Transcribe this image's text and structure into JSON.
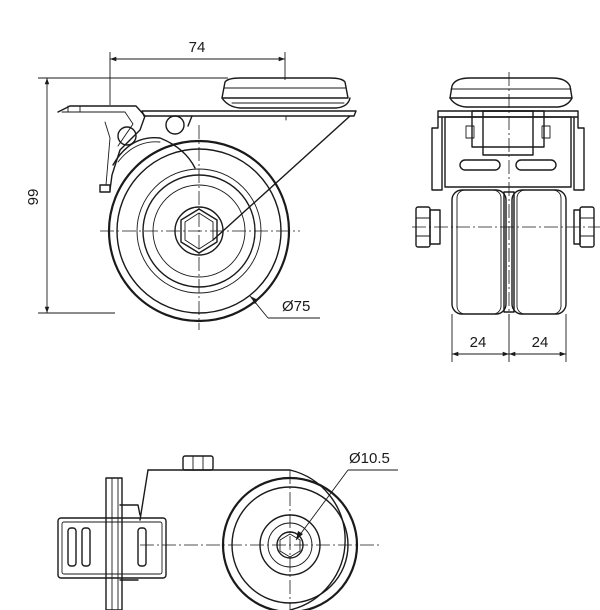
{
  "dimensions": {
    "width_top": "74",
    "height": "99",
    "wheel_diameter": "Ø75",
    "wheel_width_left": "24",
    "wheel_width_right": "24",
    "bolt_hole": "Ø10.5"
  },
  "colors": {
    "line": "#1a1a1a",
    "background": "#ffffff"
  }
}
